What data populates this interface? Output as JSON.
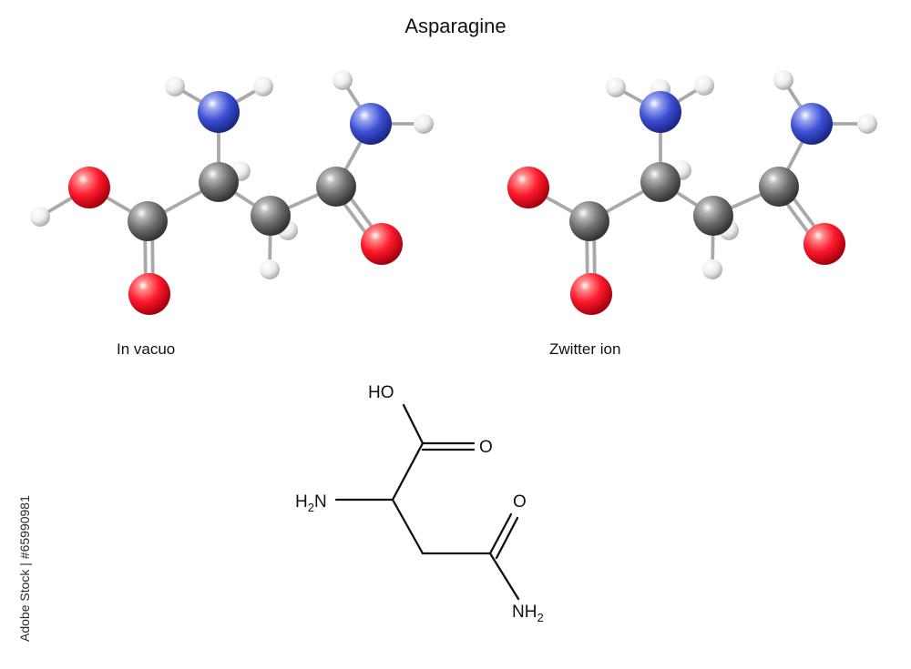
{
  "title": "Asparagine",
  "captions": {
    "left": "In vacuo",
    "right": "Zwitter ion"
  },
  "watermark": "Adobe Stock | #65990981",
  "skeletal": {
    "hydroxyl": "HO",
    "carbonyl_o": "O",
    "amide_o": "O",
    "amine_h": "H",
    "amine_sub": "2",
    "amine_n": "N",
    "amide_n": "NH",
    "amide_sub": "2"
  },
  "colors": {
    "oxygen": "#ff1a2d",
    "nitrogen": "#3b4fd3",
    "carbon": "#6e6e6e",
    "hydrogen": "#ffffff",
    "bond": "#b5b5b5"
  },
  "icons": {
    "atom_style": "sphere"
  }
}
